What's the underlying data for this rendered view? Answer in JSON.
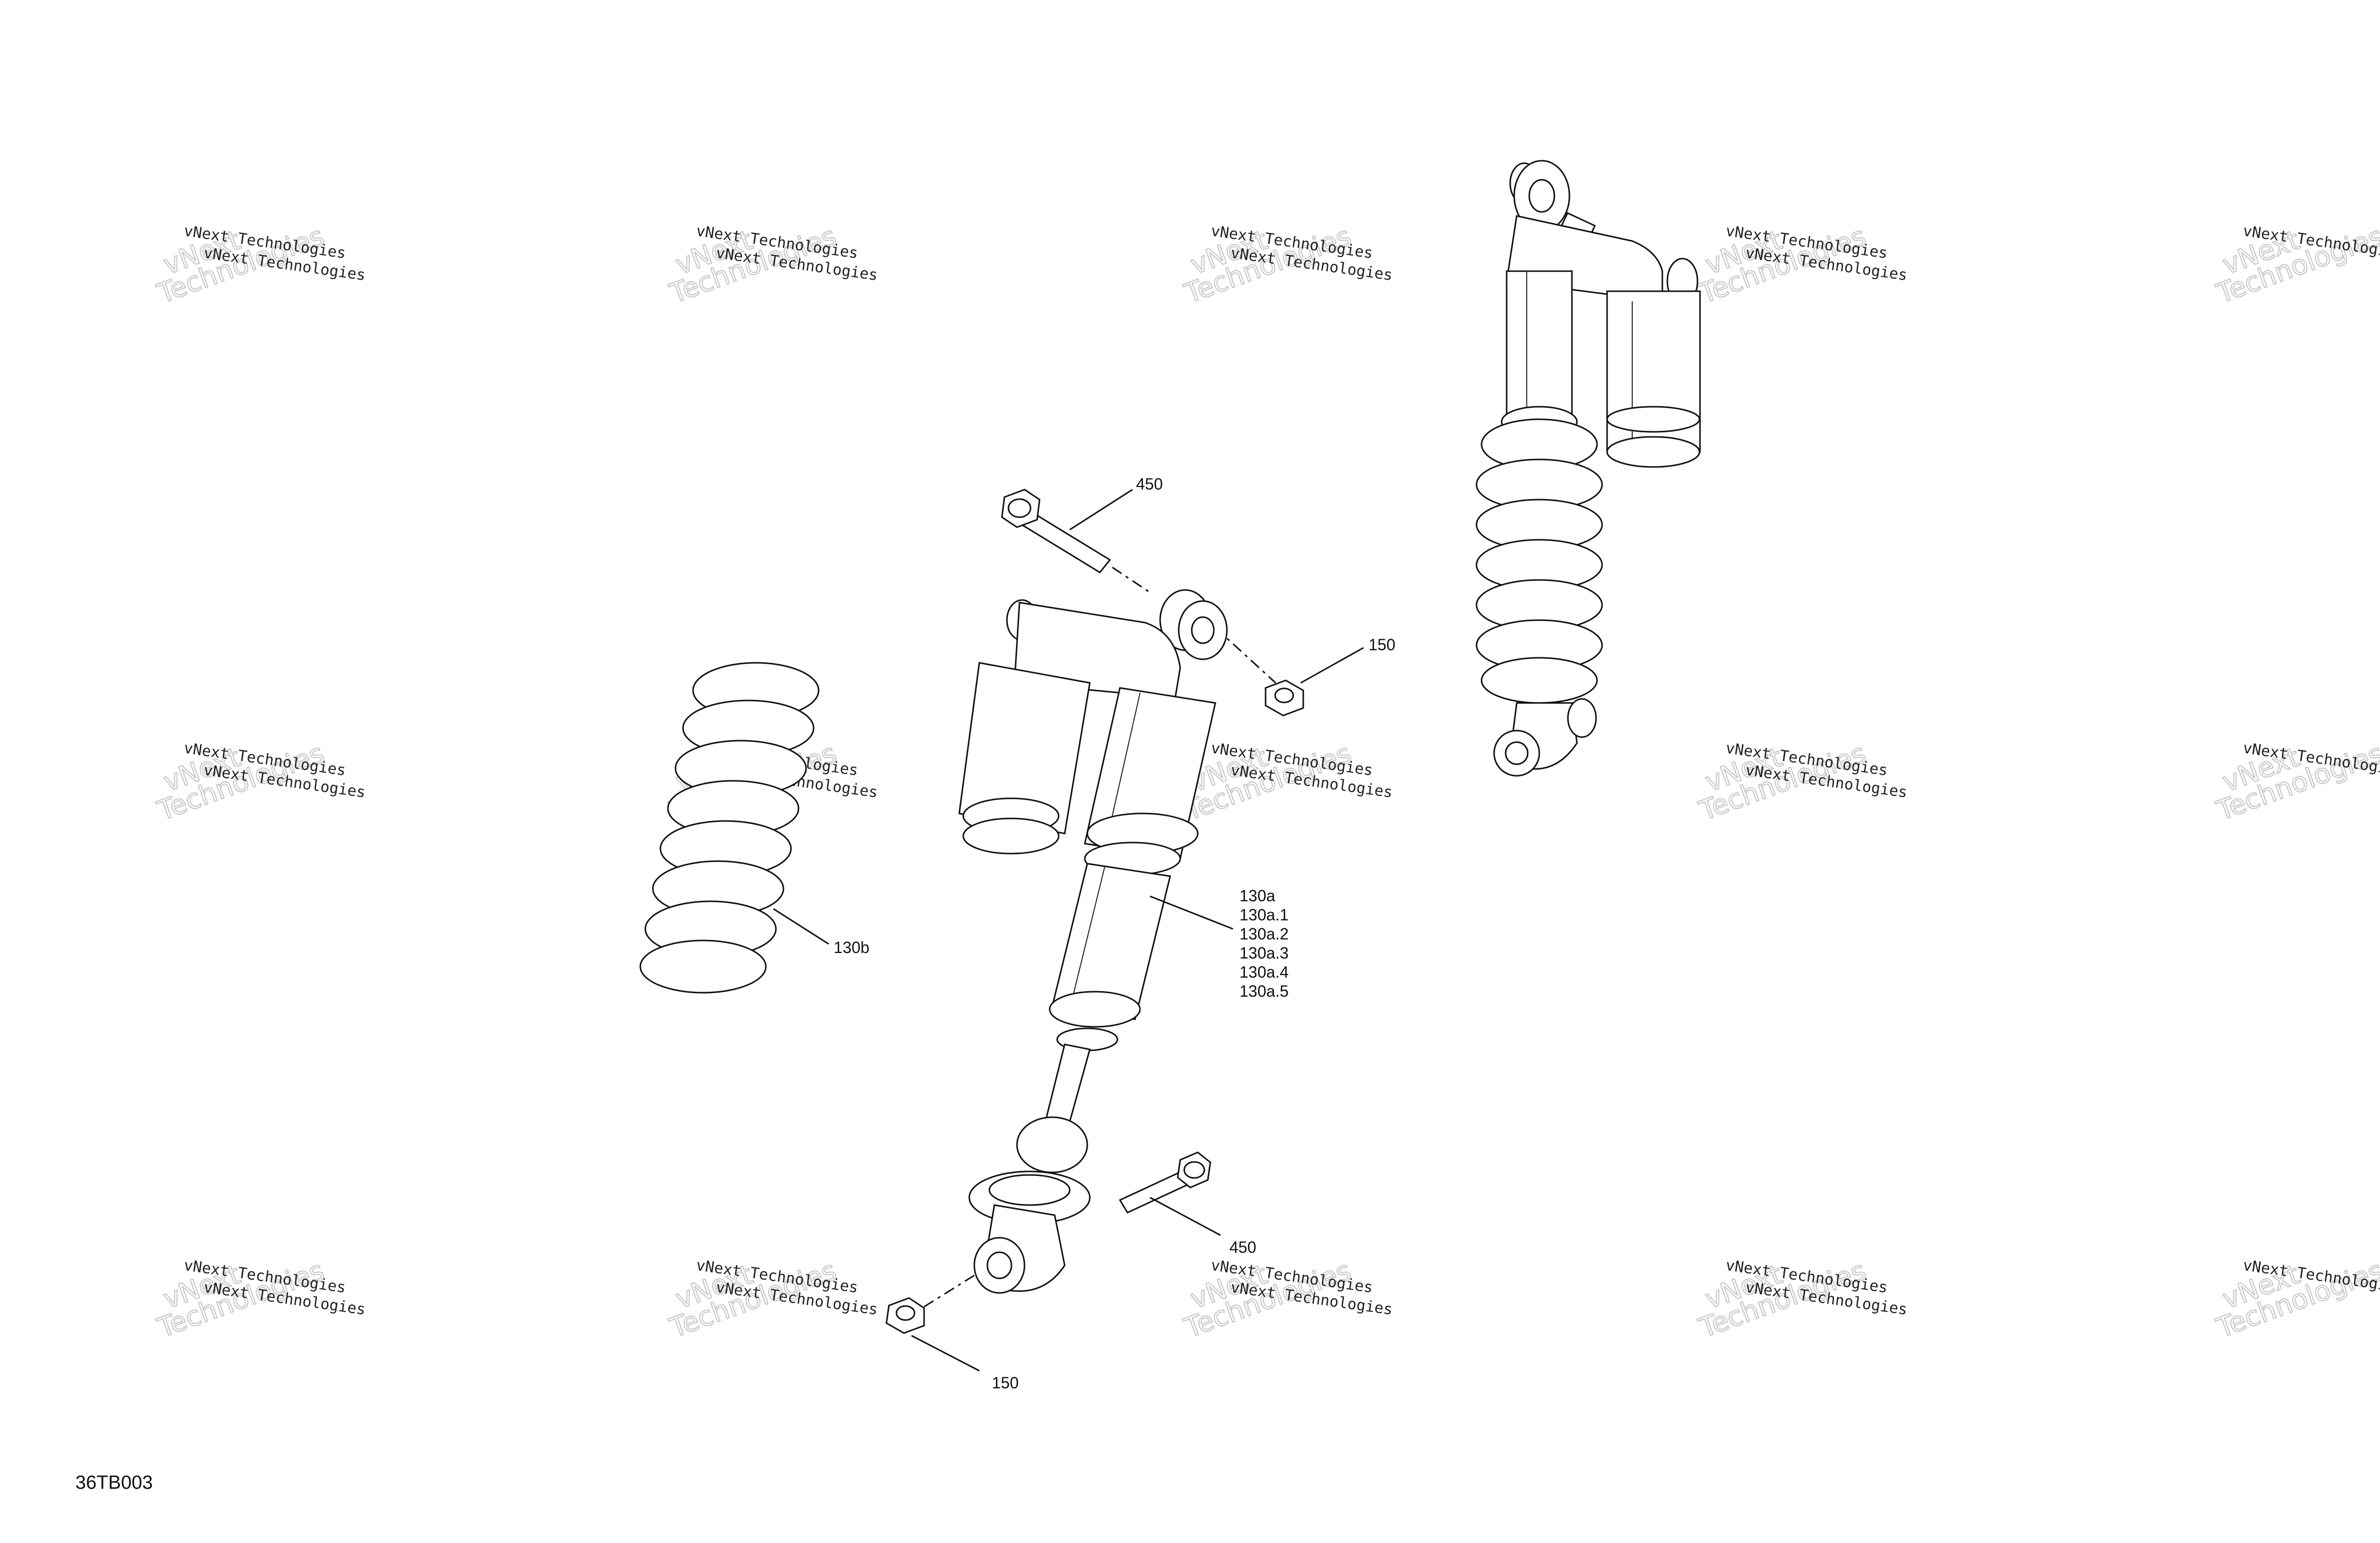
{
  "diagram_id": "36TB003",
  "watermark": {
    "line1": "vNext Technologies",
    "line2": "vNext Technologies"
  },
  "callouts": {
    "bolt_top": "450",
    "nut_top": "150",
    "spring": "130b",
    "shock_parts": [
      "130a",
      "130a.1",
      "130a.2",
      "130a.3",
      "130a.4",
      "130a.5"
    ],
    "bolt_bottom": "450",
    "nut_bottom": "150"
  }
}
